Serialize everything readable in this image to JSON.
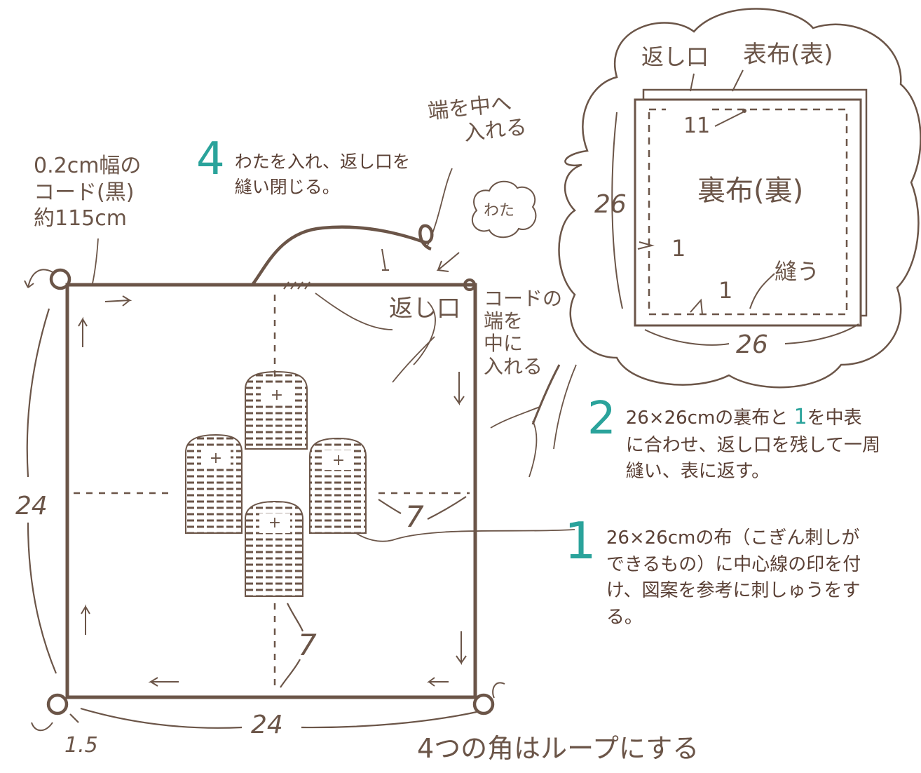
{
  "colors": {
    "ink": "#6b5548",
    "teal": "#2aa39b",
    "text": "#5a4035"
  },
  "cord_label": [
    "0.2cm幅の",
    "コード(黒)",
    "約115cm"
  ],
  "step4": {
    "num": "4",
    "lines": [
      "わたを入れ、返し口を",
      "縫い閉じる。"
    ]
  },
  "tuck_top": [
    "端を中へ",
    "入れる"
  ],
  "wata_label": "わた",
  "return_opening_main": "返し口",
  "tuck_side": [
    "コードの",
    "端を",
    "中に",
    "入れる"
  ],
  "dim_left": "24",
  "dim_bottom": "24",
  "dim_corner": "1.5",
  "dim_right_center": "7",
  "dim_bottom_center": "7",
  "loops_note": "4つの角はループにする",
  "inset": {
    "return_opening": "返し口",
    "outer_fabric": "表布(表)",
    "inner_fabric": "裏布(裏)",
    "dim_top": "11",
    "dim_left": "26",
    "dim_bottom": "26",
    "dim_side_1": "1",
    "dim_bottom_1": "1",
    "sew": "縫う"
  },
  "step2": {
    "num": "2",
    "line1_a": "26×26cmの裏布と",
    "line1_ref": "1",
    "line1_b": "を中表",
    "line2": "に合わせ、返し口を残して一周",
    "line3": "縫い、表に返す。"
  },
  "step1": {
    "num": "1",
    "lines": [
      "26×26cmの布（こぎん刺しが",
      "できるもの）に中心線の印を付",
      "け、図案を参考に刺しゅうをす",
      "る。"
    ]
  }
}
